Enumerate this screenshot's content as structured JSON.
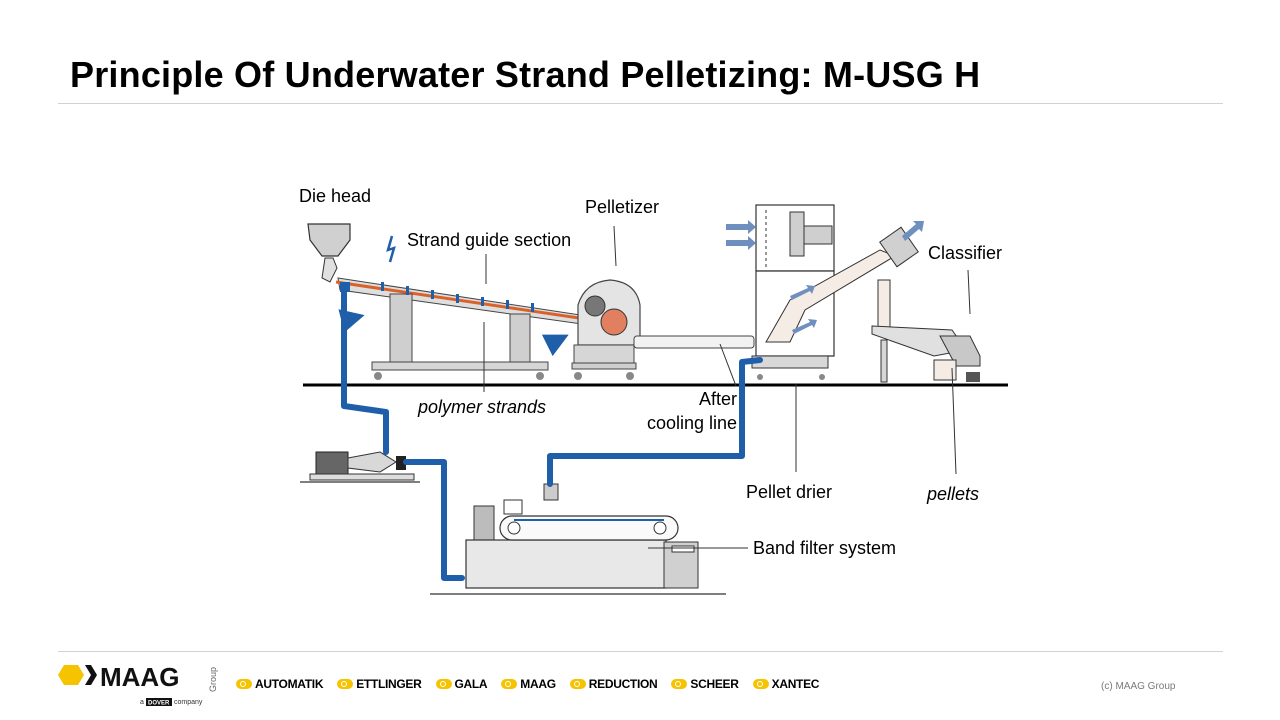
{
  "slide": {
    "title": "Principle Of Underwater Strand Pelletizing: M-USG H"
  },
  "diagram": {
    "labels": {
      "die_head": "Die head",
      "pelletizer": "Pelletizer",
      "strand_guide": "Strand guide section",
      "classifier": "Classifier",
      "polymer_strands": "polymer strands",
      "after_line1": "After",
      "after_line2": "cooling line",
      "pellet_drier": "Pellet drier",
      "pellets": "pellets",
      "band_filter": "Band filter system"
    },
    "colors": {
      "pipe": "#1f5ea8",
      "strand": "#d9622b",
      "machine": "#c8c8c8",
      "arrow": "#6f8fbf"
    }
  },
  "footer": {
    "logo_text": "MAAG",
    "logo_group": "Group",
    "logo_sub_a": "a",
    "logo_sub_dover": "DOVER",
    "logo_sub_company": "company",
    "brands": [
      "AUTOMATIK",
      "ETTLINGER",
      "GALA",
      "MAAG",
      "REDUCTION",
      "SCHEER",
      "XANTEC"
    ],
    "copyright": "(c) MAAG Group",
    "colors": {
      "accent": "#f5c300"
    }
  }
}
